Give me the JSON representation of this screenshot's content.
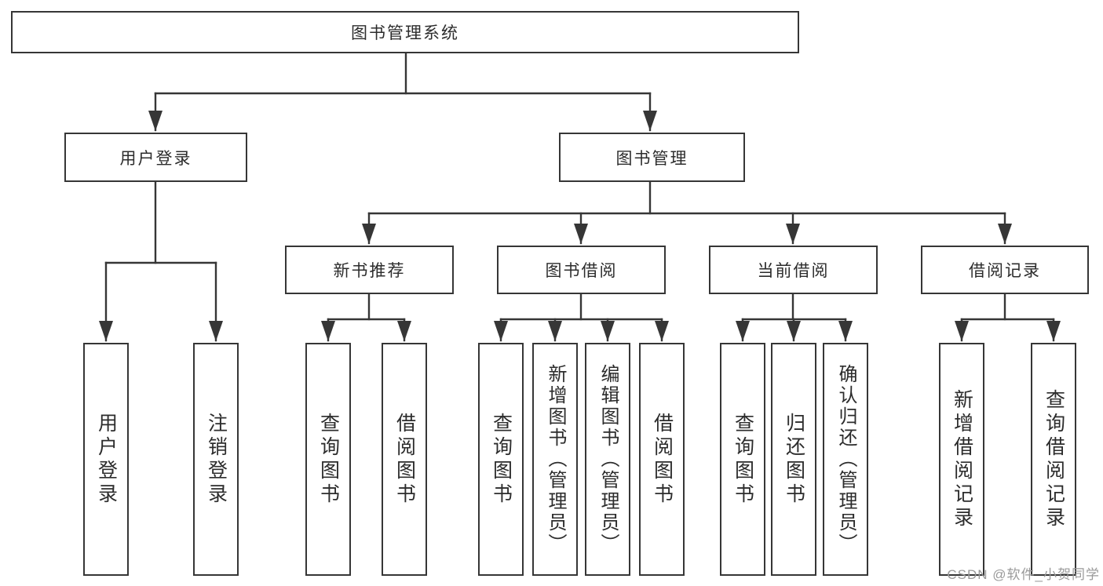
{
  "diagram_type": "hierarchy-tree",
  "colors": {
    "background": "#ffffff",
    "box_fill": "#ffffff",
    "box_border": "#363636",
    "line": "#363636",
    "text": "#2c2c2c",
    "watermark": "#9a9a9a"
  },
  "watermark": {
    "text": "CSDN @软件_小贺同学"
  },
  "tree": {
    "root": {
      "label": "图书管理系统"
    },
    "children": [
      {
        "label": "用户登录",
        "children": [
          {
            "label": "用户登录"
          },
          {
            "label": "注销登录"
          }
        ]
      },
      {
        "label": "图书管理",
        "children": [
          {
            "label": "新书推荐",
            "children": [
              {
                "label": "查询图书"
              },
              {
                "label": "借阅图书"
              }
            ]
          },
          {
            "label": "图书借阅",
            "children": [
              {
                "label": "查询图书"
              },
              {
                "label": "新增图书（管理员）"
              },
              {
                "label": "编辑图书（管理员）"
              },
              {
                "label": "借阅图书"
              }
            ]
          },
          {
            "label": "当前借阅",
            "children": [
              {
                "label": "查询图书"
              },
              {
                "label": "归还图书"
              },
              {
                "label": "确认归还（管理员）"
              }
            ]
          },
          {
            "label": "借阅记录",
            "children": [
              {
                "label": "新增借阅记录"
              },
              {
                "label": "查询借阅记录"
              }
            ]
          }
        ]
      }
    ]
  }
}
